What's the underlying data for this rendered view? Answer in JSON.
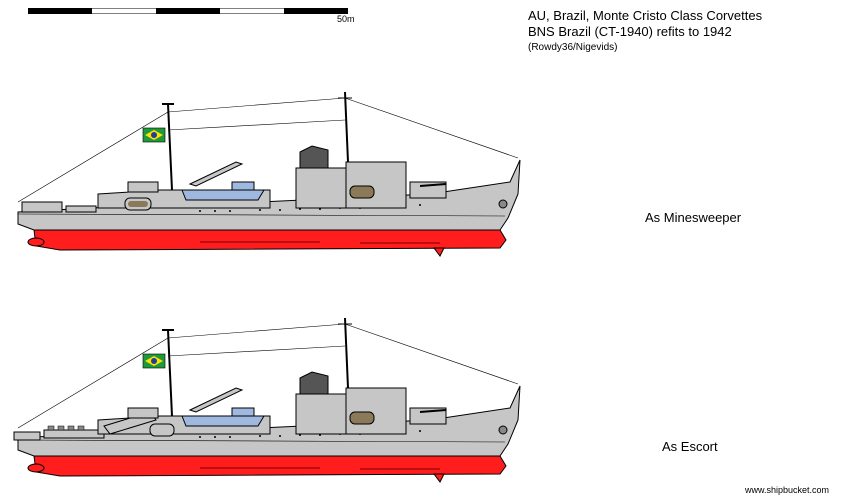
{
  "scale": {
    "label": "50m"
  },
  "title": {
    "line1": "AU, Brazil, Monte Cristo Class Corvettes",
    "line2": "BNS Brazil (CT-1940) refits to 1942",
    "credit": "(Rowdy36/Nigevids)"
  },
  "variants": [
    {
      "label": "As Minesweeper"
    },
    {
      "label": "As Escort"
    }
  ],
  "footer": {
    "site": "www.shipbucket.com"
  },
  "colors": {
    "hull_grey": "#c6c6c6",
    "outline": "#000000",
    "antifouling_red": "#ff1d1d",
    "boat_blue": "#9fb8e0",
    "flag_green": "#1f9a3a",
    "flag_yellow": "#ffe000",
    "flag_blue": "#1d3fa0"
  }
}
